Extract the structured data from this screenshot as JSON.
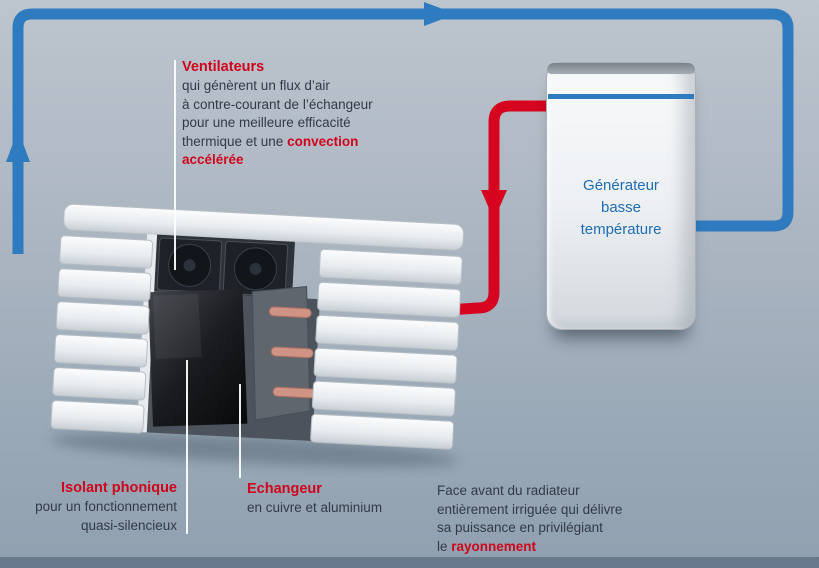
{
  "background": {
    "top_color": "#bdc5ce",
    "bottom_color": "#90a0b0",
    "footer_band_color": "#68798b"
  },
  "palette": {
    "pipe_blue": "#2e7bbf",
    "pipe_red": "#d6041f",
    "accent_red": "#d0021b",
    "body_text": "#323a47",
    "generator_text_blue": "#1e6db4"
  },
  "generator": {
    "label": "Générateur\nbasse\ntempérature"
  },
  "labels": {
    "ventilateurs": {
      "title": "Ventilateurs",
      "body": "qui génèrent un flux d’air\nà contre-courant de l’échangeur\npour une meilleure efficacité\nthermique et une ",
      "highlight": "convection accélérée"
    },
    "isolant": {
      "title": "Isolant phonique",
      "line1": "pour un fonctionnement",
      "line2": "quasi-silencieux"
    },
    "echangeur": {
      "title": "Echangeur",
      "line1": "en cuivre et aluminium"
    },
    "face_avant": {
      "line1": "Face avant du radiateur",
      "line2": "entièrement irriguée qui délivre",
      "line3": "sa puissance en privilégiant",
      "line4_prefix": "le ",
      "highlight": "rayonnement"
    }
  }
}
